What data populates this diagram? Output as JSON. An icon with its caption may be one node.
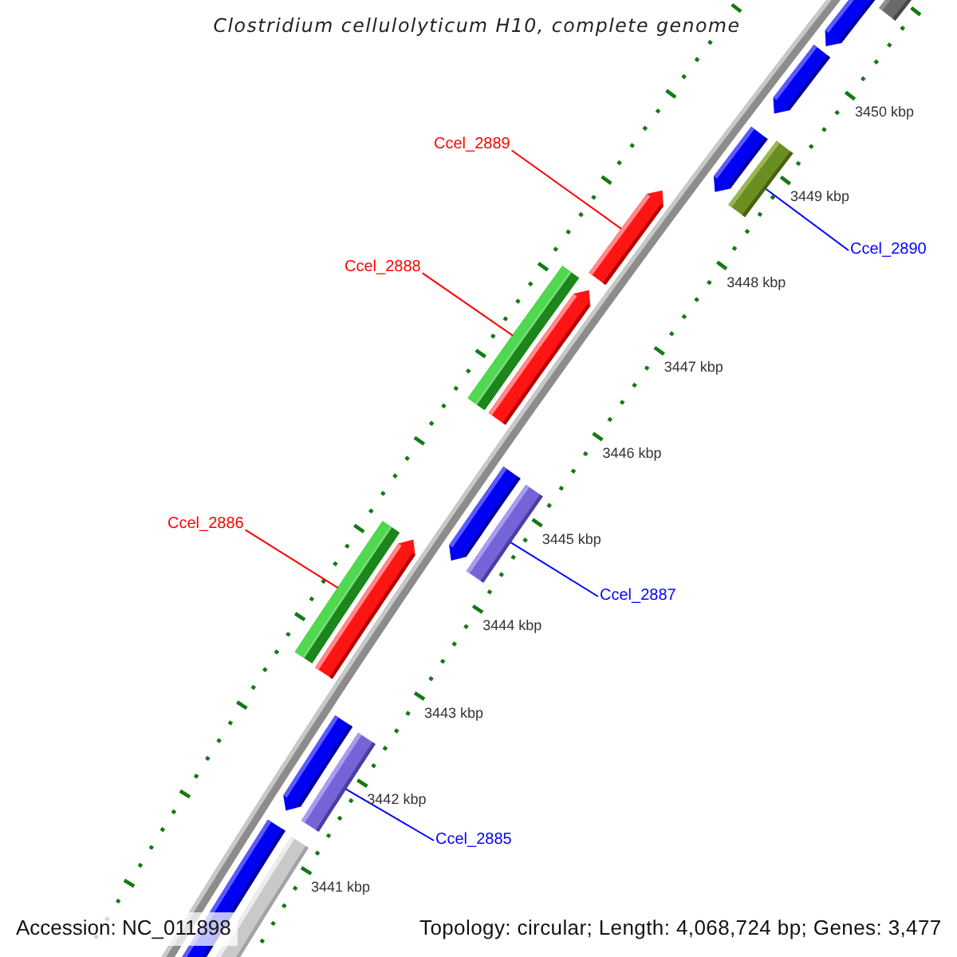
{
  "diagram": {
    "title": "Clostridium cellulolyticum H10, complete genome",
    "nodes": [
      {
        "text": [],
        "shape": "bar"
      },
      {
        "text": [],
        "shape": "bar"
      },
      {
        "text": [],
        "shape": "bar"
      },
      {
        "text": [],
        "shape": "bar"
      },
      {
        "text": [
          "Ccel_2889"
        ]
      },
      {
        "text": [],
        "shape": "bar"
      },
      {
        "text": [],
        "shape": "bar"
      },
      {
        "text": [
          "Ccel_2890"
        ]
      },
      {
        "text": [
          "Ccel_2888"
        ]
      },
      {
        "text": [],
        "shape": "bar"
      },
      {
        "text": [],
        "shape": "bar"
      },
      {
        "text": [],
        "shape": "bar"
      },
      {
        "text": [],
        "shape": "bar"
      },
      {
        "text": [
          "Ccel_2886"
        ]
      },
      {
        "text": [],
        "shape": "bar"
      },
      {
        "text": [],
        "shape": "bar"
      },
      {
        "text": [
          "Ccel_2887"
        ]
      },
      {
        "text": [],
        "shape": "bar"
      },
      {
        "text": [],
        "shape": "bar"
      },
      {
        "text": [],
        "shape": "bar"
      },
      {
        "text": [],
        "shape": "bar"
      },
      {
        "text": [
          "Ccel_2885"
        ]
      }
    ],
    "edges": [
      {
        "from": 4,
        "to": 6,
        "arrow": "none",
        "color": "#ff0000"
      },
      {
        "from": 7,
        "to": 5,
        "arrow": "none",
        "color": "#0000ff"
      },
      {
        "from": 8,
        "to": 9,
        "arrow": "none",
        "color": "#ff0000"
      },
      {
        "from": 13,
        "to": 14,
        "arrow": "none",
        "color": "#ff0000"
      },
      {
        "from": 16,
        "to": 12,
        "arrow": "none",
        "color": "#0000ff"
      },
      {
        "from": 21,
        "to": 18,
        "arrow": "none",
        "color": "#0000ff"
      }
    ],
    "labels": [
      "3450 kbp",
      "3449 kbp",
      "3448 kbp",
      "3447 kbp",
      "3446 kbp",
      "3445 kbp",
      "3444 kbp",
      "3443 kbp",
      "3442 kbp",
      "3441 kbp",
      "Accession: NC_011898",
      "Topology: circular; Length: 4,068,724 bp; Genes: 3,477"
    ]
  }
}
